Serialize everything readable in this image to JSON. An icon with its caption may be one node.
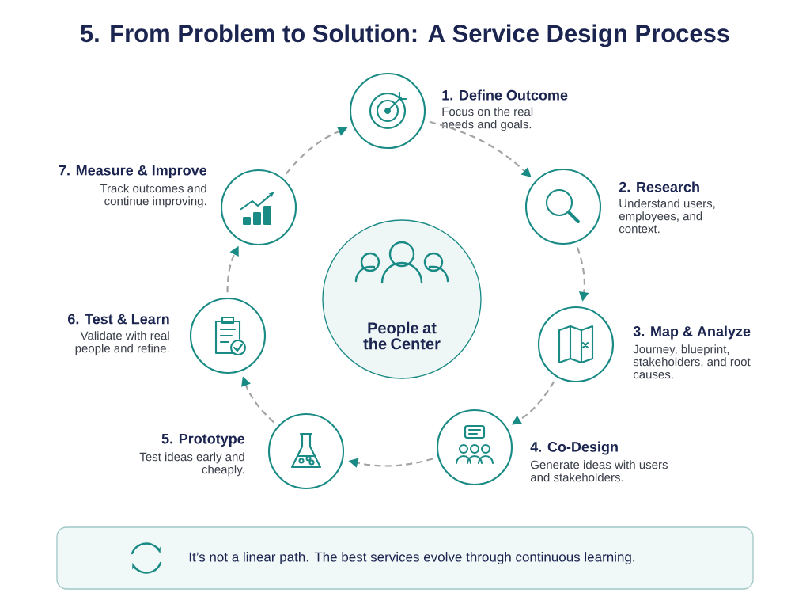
{
  "diagram": {
    "title": "5. From Problem to Solution: A Service Design Process",
    "nodes": [
      {
        "text": [
          "1. Define Outcome",
          "Focus on the real needs and goals."
        ]
      },
      {
        "text": [
          "2. Research",
          "Understand users, employees, and context."
        ]
      },
      {
        "text": [
          "3. Map & Analyze",
          "Journey, blueprint, stakeholders, and root causes."
        ]
      },
      {
        "text": [
          "4. Co-Design",
          "Generate ideas with users and stakeholders."
        ]
      },
      {
        "text": [
          "5. Prototype",
          "Test ideas early and cheaply."
        ]
      },
      {
        "text": [
          "6. Test & Learn",
          "Validate with real people and refine."
        ]
      },
      {
        "text": [
          "7. Measure & Improve",
          "Track outcomes and continue improving."
        ]
      },
      {
        "text": [
          "People at the Center"
        ]
      },
      {
        "text": [
          "It’s not a linear path. The best services evolve through continuous learning."
        ]
      }
    ],
    "edges": [
      {
        "from": 0,
        "to": 1,
        "arrow": "to",
        "style": "dashed"
      },
      {
        "from": 1,
        "to": 2,
        "arrow": "to",
        "style": "dashed"
      },
      {
        "from": 2,
        "to": 3,
        "arrow": "to",
        "style": "dashed"
      },
      {
        "from": 3,
        "to": 4,
        "arrow": "to",
        "style": "dashed"
      },
      {
        "from": 4,
        "to": 5,
        "arrow": "to",
        "style": "dashed"
      },
      {
        "from": 5,
        "to": 6,
        "arrow": "to",
        "style": "dashed"
      },
      {
        "from": 6,
        "to": 0,
        "arrow": "to",
        "style": "dashed"
      }
    ]
  }
}
